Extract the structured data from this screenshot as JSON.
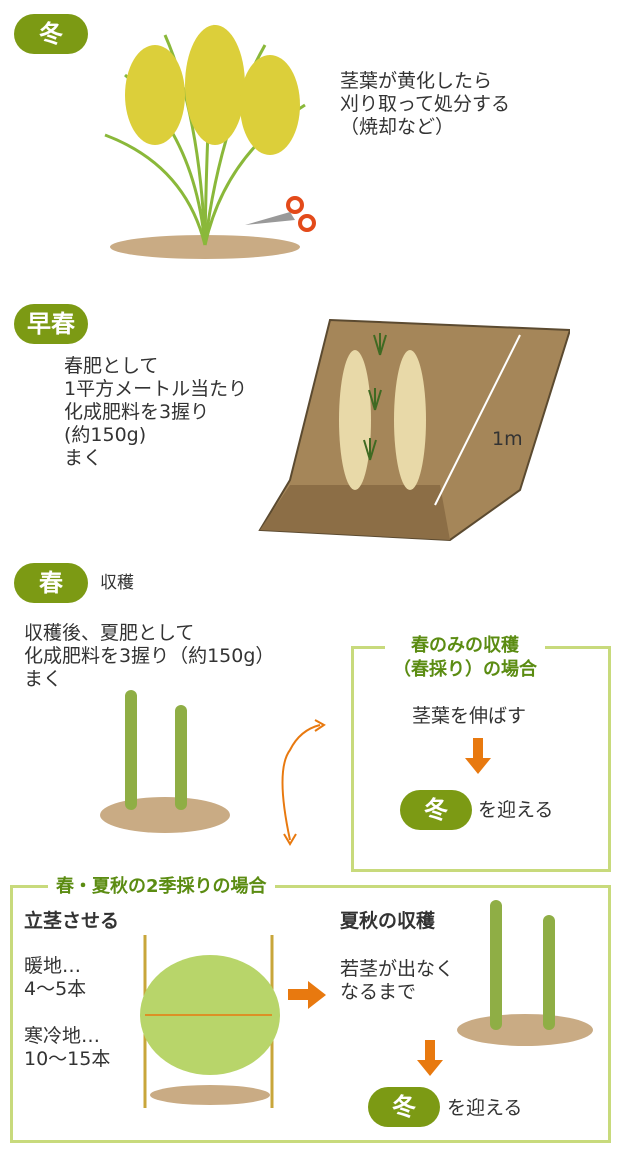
{
  "winter": {
    "badge": "冬",
    "text": "茎葉が黄化したら\n刈り取って処分する\n（焼却など）"
  },
  "early_spring": {
    "badge": "早春",
    "text": "春肥として\n1平方メートル当たり\n化成肥料を3握り\n(約150g)\nまく",
    "measure": "1m"
  },
  "spring": {
    "badge": "春",
    "label": "収穫",
    "text": "収穫後、夏肥として\n化成肥料を3握り（約150g）\nまく"
  },
  "spring_only": {
    "title": "春のみの収穫\n（春採り）の場合",
    "step": "茎葉を伸ばす",
    "badge": "冬",
    "end": "を迎える"
  },
  "two_season": {
    "title": "春・夏秋の2季採りの場合",
    "stand": "立茎させる",
    "warm": "暖地…\n4〜5本",
    "cold": "寒冷地…\n10〜15本",
    "harvest": "夏秋の収穫",
    "harvest_text": "若茎が出なく\nなるまで",
    "badge": "冬",
    "end": "を迎える"
  },
  "colors": {
    "badge": "#7c9a14",
    "border": "#c8da7c",
    "arrow": "#e8790f"
  }
}
